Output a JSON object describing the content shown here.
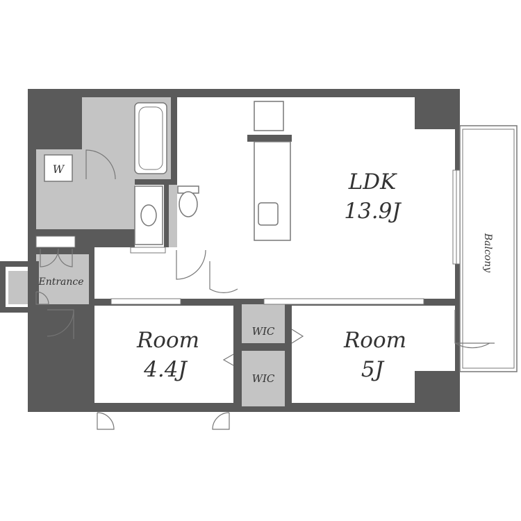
{
  "colors": {
    "wall": "#5a5a5a",
    "wet_area": "#c4c4c4",
    "floor": "#ffffff",
    "line": "#777777"
  },
  "labels": {
    "ldk_name": "LDK",
    "ldk_size": "13.9J",
    "room_west_name": "Room",
    "room_west_size": "4.4J",
    "room_east_name": "Room",
    "room_east_size": "5J",
    "wic_upper": "WIC",
    "wic_lower": "WIC",
    "entrance": "Entrance",
    "balcony": "Balcony",
    "washer": "W"
  }
}
